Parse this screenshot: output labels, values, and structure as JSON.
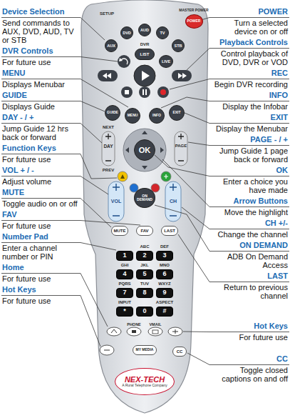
{
  "diagram": {
    "nodes": [
      {
        "text": [
          "POWER"
        ]
      },
      {
        "text": [
          "DVD"
        ]
      },
      {
        "text": [
          "AUD"
        ]
      },
      {
        "text": [
          "TV"
        ]
      },
      {
        "text": [
          "AUX"
        ]
      },
      {
        "text": [
          "STB"
        ]
      },
      {
        "text": [
          "LIST"
        ]
      },
      {
        "text": [
          "LIVE"
        ]
      },
      {
        "text": [
          "GUIDE"
        ]
      },
      {
        "text": [
          "MENU"
        ]
      },
      {
        "text": [
          "INFO"
        ]
      },
      {
        "text": [
          "EXIT"
        ]
      },
      {
        "text": [
          "OK"
        ]
      },
      {
        "text": [
          "VOL"
        ]
      },
      {
        "text": [
          "ON DEMAND"
        ]
      },
      {
        "text": [
          "CH"
        ]
      },
      {
        "text": [
          "MUTE"
        ]
      },
      {
        "text": [
          "FAV"
        ]
      },
      {
        "text": [
          "LAST"
        ]
      },
      {
        "text": [
          "1"
        ]
      },
      {
        "text": [
          "2"
        ]
      },
      {
        "text": [
          "3"
        ]
      },
      {
        "text": [
          "4"
        ]
      },
      {
        "text": [
          "5"
        ]
      },
      {
        "text": [
          "6"
        ]
      },
      {
        "text": [
          "7"
        ]
      },
      {
        "text": [
          "8"
        ]
      },
      {
        "text": [
          "9"
        ]
      },
      {
        "text": [
          "*"
        ]
      },
      {
        "text": [
          "0"
        ]
      },
      {
        "text": [
          "#"
        ]
      },
      {
        "text": [
          "MY MEDIA"
        ]
      },
      {
        "text": [
          "CC"
        ]
      },
      {
        "text": [
          "NEX-TECH",
          "A Rural Telephone Company"
        ]
      }
    ],
    "labels": [
      "Device Selection",
      "Send commands to AUX, DVD, AUD, TV or STB",
      "DVR Controls",
      "For future use",
      "MENU",
      "Displays Menubar",
      "GUIDE",
      "Displays Guide",
      "DAY - / +",
      "Jump Guide 12 hrs back or forward",
      "Function Keys",
      "For future use",
      "VOL + / -",
      "Adjust volume",
      "MUTE",
      "Toggle audio on or off",
      "FAV",
      "For future use",
      "Number Pad",
      "Enter a channel number or PIN",
      "Home",
      "For future use",
      "Hot Keys",
      "For future use",
      "POWER",
      "Turn a selected device on or off",
      "Playback Controls",
      "Control playback of DVD, DVR or VOD",
      "REC",
      "Begin DVR recording",
      "INFO",
      "Display the Infobar",
      "EXIT",
      "Display the Menubar",
      "PAGE - / +",
      "Jump Guide 1 page back or forward",
      "OK",
      "Enter a choice you have made",
      "Arrow Buttons",
      "Move the highlight",
      "CH +/-",
      "Change the channel",
      "ON DEMAND",
      "ADB On Demand Access",
      "LAST",
      "Return to previous channel",
      "Hot Keys",
      "For future use",
      "CC",
      "Toggle closed captions on and off",
      "SETUP",
      "MASTER POWER",
      "DVR",
      "NEXT",
      "DAY",
      "PREV",
      "PAGE",
      "ABC",
      "DEF",
      "GHI",
      "JKL",
      "MNO",
      "PQRS",
      "TUV",
      "WXYZ",
      "INPUT",
      "ASPECT",
      "PHONE",
      "VMAIL"
    ]
  }
}
